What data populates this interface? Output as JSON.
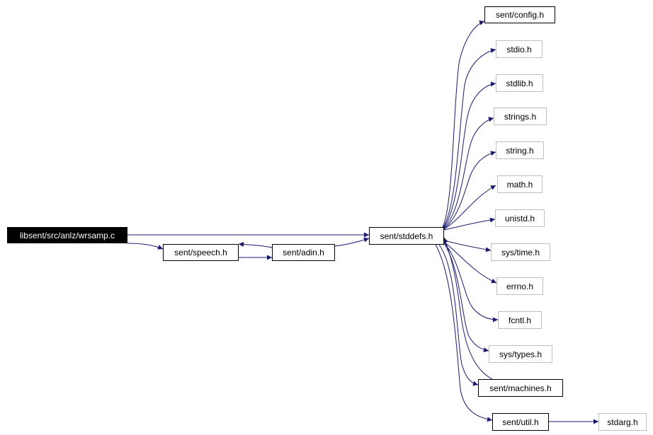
{
  "graph": {
    "edge_color": "#191970",
    "nodes": {
      "root": "libsent/src/anlz/wrsamp.c",
      "speech": "sent/speech.h",
      "adin": "sent/adin.h",
      "stddefs": "sent/stddefs.h",
      "config": "sent/config.h",
      "stdio": "stdio.h",
      "stdlib": "stdlib.h",
      "strings": "strings.h",
      "string": "string.h",
      "math": "math.h",
      "unistd": "unistd.h",
      "systime": "sys/time.h",
      "errno": "errno.h",
      "fcntl": "fcntl.h",
      "systypes": "sys/types.h",
      "machines": "sent/machines.h",
      "util": "sent/util.h",
      "stdarg": "stdarg.h"
    }
  }
}
